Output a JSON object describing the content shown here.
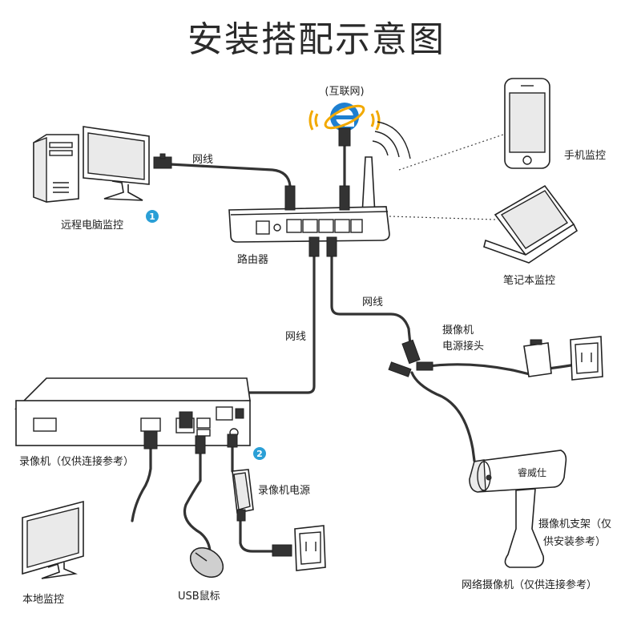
{
  "title": "安装搭配示意图",
  "labels": {
    "internet": "(互联网)",
    "cable_top": "网线",
    "remote_pc": "远程电脑监控",
    "router": "路由器",
    "phone": "手机监控",
    "laptop": "笔记本监控",
    "cable_right": "网线",
    "cable_mid": "网线",
    "camera_power_line1": "摄像机",
    "camera_power_line2": "电源接头",
    "nvr": "录像机（仅供连接参考）",
    "nvr_power": "录像机电源",
    "local_monitor": "本地监控",
    "usb_mouse": "USB鼠标",
    "camera_bracket_line1": "摄像机支架（仅",
    "camera_bracket_line2": "供安装参考）",
    "network_camera": "网络摄像机（仅供连接参考）",
    "camera_brand": "睿威仕"
  },
  "badges": {
    "one": "1",
    "two": "2"
  },
  "colors": {
    "badge": "#2a9fd6",
    "ie_blue": "#1e7fd0",
    "ie_orange": "#f2a900"
  },
  "icons": [
    "internet-explorer-icon",
    "wifi-signal-icon"
  ]
}
